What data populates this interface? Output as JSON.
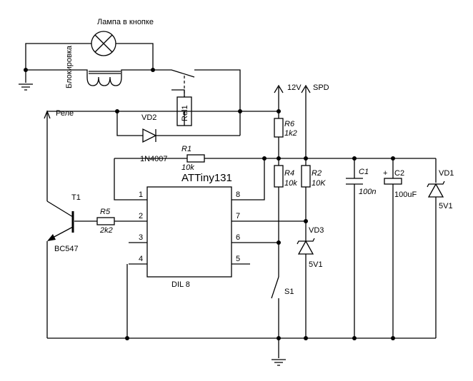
{
  "lamp": {
    "label": "Лампа в кнопке"
  },
  "coil": {
    "label": "Блокировка"
  },
  "relay": {
    "label": "Rel1",
    "net_label": "Реле"
  },
  "supply": {
    "v12": "12V",
    "spd": "SPD"
  },
  "vd2": {
    "ref": "VD2",
    "part": "1N4007"
  },
  "r1": {
    "ref": "R1",
    "value": "10k"
  },
  "r6": {
    "ref": "R6",
    "value": "1k2"
  },
  "r4": {
    "ref": "R4",
    "value": "10k"
  },
  "r2": {
    "ref": "R2",
    "value": "10K"
  },
  "r5": {
    "ref": "R5",
    "value": "2k2"
  },
  "c1": {
    "ref": "C1",
    "value": "100n"
  },
  "c2": {
    "ref": "C2",
    "value": "100uF",
    "plus": "+"
  },
  "vd1": {
    "ref": "VD1",
    "value": "5V1"
  },
  "vd3": {
    "ref": "VD3",
    "value": "5V1"
  },
  "t1": {
    "ref": "T1",
    "part": "BC547"
  },
  "s1": {
    "ref": "S1"
  },
  "ic": {
    "name": "ATTiny131",
    "package": "DIL 8",
    "pins": [
      "1",
      "2",
      "3",
      "4",
      "5",
      "6",
      "7",
      "8"
    ]
  }
}
